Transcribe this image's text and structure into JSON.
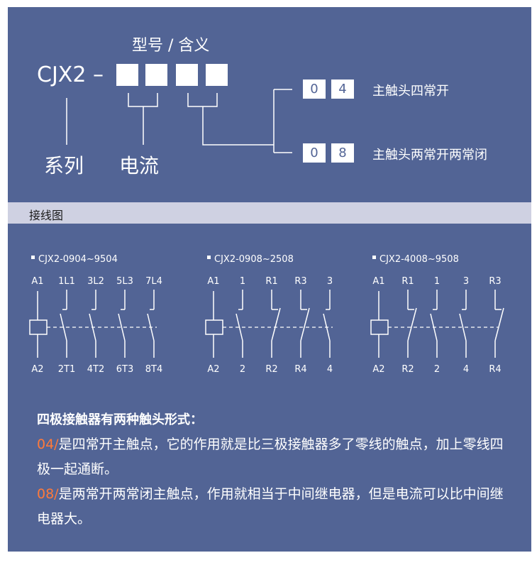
{
  "model": {
    "title": "型号 / 含义",
    "prefix": "CJX2 –",
    "series_label": "系列",
    "current_label": "电流",
    "options": [
      {
        "digits": [
          "0",
          "4"
        ],
        "desc": "主触头四常开"
      },
      {
        "digits": [
          "0",
          "8"
        ],
        "desc": "主触头两常开两常闭"
      }
    ]
  },
  "wiring": {
    "title": "接线图",
    "diagrams": [
      {
        "name": "CJX2-0904~9504",
        "top": [
          "A1",
          "1L1",
          "3L2",
          "5L3",
          "7L4"
        ],
        "bottom": [
          "A2",
          "2T1",
          "4T2",
          "6T3",
          "8T4"
        ],
        "contacts": [
          "no",
          "no",
          "no",
          "no"
        ]
      },
      {
        "name": "CJX2-0908~2508",
        "top": [
          "A1",
          "1",
          "R1",
          "R3",
          "3"
        ],
        "bottom": [
          "A2",
          "2",
          "R2",
          "R4",
          "4"
        ],
        "contacts": [
          "no",
          "nc",
          "nc",
          "no"
        ]
      },
      {
        "name": "CJX2-4008~9508",
        "top": [
          "A1",
          "R1",
          "1",
          "3",
          "R3"
        ],
        "bottom": [
          "A2",
          "R2",
          "2",
          "4",
          "R4"
        ],
        "contacts": [
          "nc",
          "no",
          "no",
          "nc"
        ]
      }
    ]
  },
  "description": {
    "heading": "四极接触器有两种触头形式：",
    "items": [
      {
        "code": "04/",
        "text": "是四常开主触点，它的作用就是比三极接触器多了零线的触点，加上零线四极一起通断。"
      },
      {
        "code": "08/",
        "text": "是两常开两常闭主触点，作用就相当于中间继电器，但是电流可以比中间继电器大。"
      }
    ]
  },
  "colors": {
    "panel": "#526495",
    "band": "#cfd1e2",
    "accent": "#ff7a3a"
  }
}
